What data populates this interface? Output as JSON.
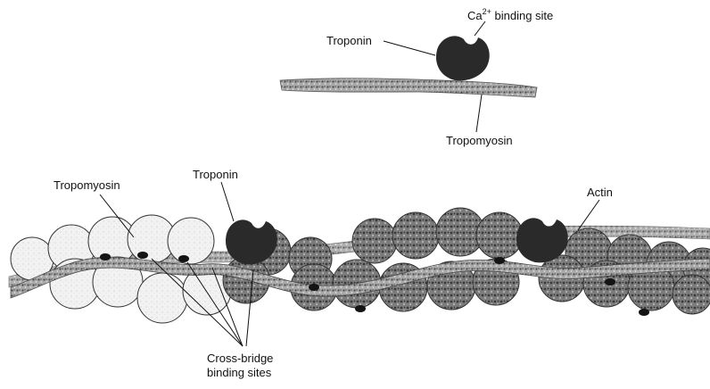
{
  "inset": {
    "calcium_site_label": "Ca",
    "calcium_site_superscript": "2+",
    "calcium_site_suffix": " binding site",
    "troponin_label": "Troponin",
    "tropomyosin_label": "Tropomyosin"
  },
  "filament": {
    "tropomyosin_label": "Tropomyosin",
    "troponin_label": "Troponin",
    "actin_label": "Actin",
    "cross_bridge_label_line1": "Cross-bridge",
    "cross_bridge_label_line2": "binding sites"
  },
  "colors": {
    "ink": "#111111",
    "troponin": "#2a2a2a",
    "actin_light": "#f4f4f4",
    "actin_dark": "#8a8a8a",
    "tropomyosin": "#9a9a9a",
    "binding_site": "#141414"
  }
}
